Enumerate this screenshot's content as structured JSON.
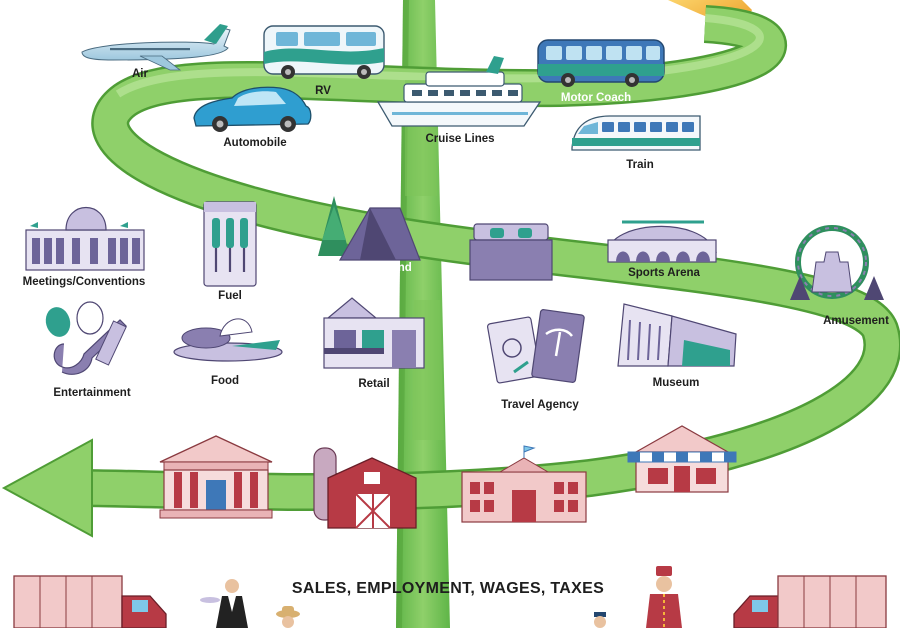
{
  "banner": "SALES, EMPLOYMENT, WAGES, TAXES",
  "colors": {
    "arrow_main": "#8fd06a",
    "arrow_light": "#bfe69a",
    "arrow_edge": "#4f9d36",
    "purple": "#8a7fb0",
    "purple_dark": "#4f4773",
    "red": "#b73a45",
    "pink": "#f2c9c9",
    "sky": "#7fc8e8",
    "orange_arrow": "#f5b43a"
  },
  "transport": {
    "air": "Air",
    "rv": "RV",
    "automobile": "Automobile",
    "cruise_lines": "Cruise Lines",
    "motor_coach": "Motor Coach",
    "train": "Train"
  },
  "attractions": {
    "meetings": "Meetings/Conventions",
    "fuel": "Fuel",
    "campground": "Campground",
    "lodging": "Lodging",
    "sports_arena": "Sports Arena",
    "amusement": "Amusement",
    "entertainment": "Entertainment",
    "food": "Food",
    "retail": "Retail",
    "travel_agency": "Travel Agency",
    "museum": "Museum"
  },
  "community": {
    "bank": "Bank",
    "farm": "Farm",
    "school": "School",
    "bakery": "Bakery"
  }
}
